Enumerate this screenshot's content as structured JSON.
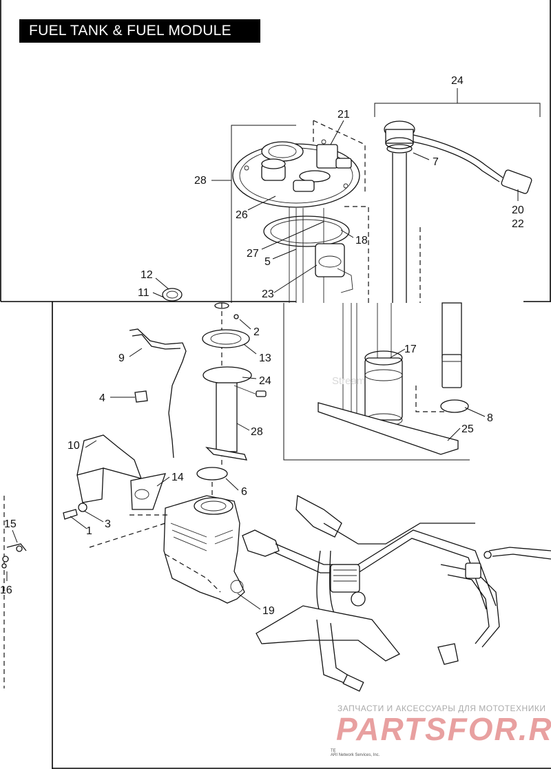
{
  "title": "FUEL TANK & FUEL MODULE",
  "callouts": [
    {
      "id": "c21",
      "label": "21"
    },
    {
      "id": "c24top",
      "label": "24"
    },
    {
      "id": "c28top",
      "label": "28"
    },
    {
      "id": "c7",
      "label": "7"
    },
    {
      "id": "c26",
      "label": "26"
    },
    {
      "id": "c20",
      "label": "20"
    },
    {
      "id": "c22",
      "label": "22"
    },
    {
      "id": "c18",
      "label": "18"
    },
    {
      "id": "c27",
      "label": "27"
    },
    {
      "id": "c5",
      "label": "5"
    },
    {
      "id": "c12",
      "label": "12"
    },
    {
      "id": "c11",
      "label": "11"
    },
    {
      "id": "c23",
      "label": "23"
    },
    {
      "id": "c2",
      "label": "2"
    },
    {
      "id": "c9",
      "label": "9"
    },
    {
      "id": "c13",
      "label": "13"
    },
    {
      "id": "c17",
      "label": "17"
    },
    {
      "id": "c24mid",
      "label": "24"
    },
    {
      "id": "c4",
      "label": "4"
    },
    {
      "id": "c8",
      "label": "8"
    },
    {
      "id": "c28mid",
      "label": "28"
    },
    {
      "id": "c25",
      "label": "25"
    },
    {
      "id": "c10",
      "label": "10"
    },
    {
      "id": "c14",
      "label": "14"
    },
    {
      "id": "c6",
      "label": "6"
    },
    {
      "id": "c15",
      "label": "15"
    },
    {
      "id": "c3",
      "label": "3"
    },
    {
      "id": "c1",
      "label": "1"
    },
    {
      "id": "c16",
      "label": "16"
    },
    {
      "id": "c19",
      "label": "19"
    }
  ],
  "watermark": {
    "subtitle": "ЗАПЧАСТИ И АКСЕССУАРЫ ДЛЯ МОТОТЕХНИКИ",
    "brand": "PARTSFOR.RU",
    "faint_text": "Stream"
  },
  "copyright": {
    "line1": "TE",
    "line2": "ARI Network Services, Inc."
  }
}
